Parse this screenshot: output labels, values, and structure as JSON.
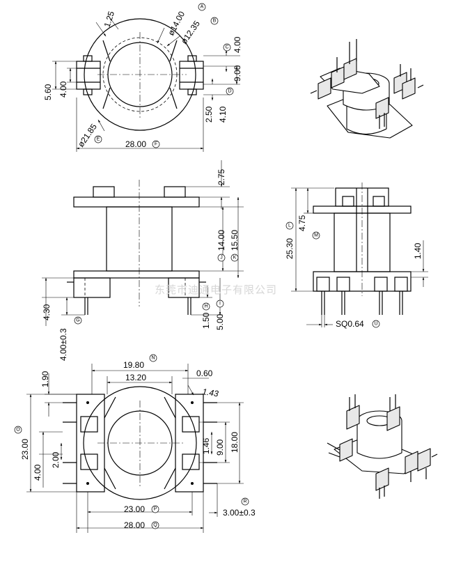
{
  "watermark": "东莞市迪通电子有限公司",
  "top_view": {
    "d_125": "1.25",
    "d_1400": "ø14.00",
    "mark_a": "A",
    "d_1235": "ø12.35",
    "mark_b": "B",
    "mark_c": "C",
    "d_400r": "4.00",
    "d_900": "9.00",
    "mark_d": "D",
    "d_560": "5.60",
    "d_400l": "4.00",
    "d_250": "2.50",
    "d_410": "4.10",
    "d_2185": "ø21.85",
    "mark_e": "E",
    "d_2800": "28.00",
    "mark_f": "F"
  },
  "front_view": {
    "d_275": "2.75",
    "d_1400": "14.00",
    "mark_j": "J",
    "d_1550": "15.50",
    "mark_k": "K",
    "d_430": "4.30",
    "mark_g": "G",
    "d_400": "4.00±0.3",
    "d_150": "1.50",
    "mark_h": "H",
    "d_500": "5.00",
    "mark_i": "I"
  },
  "side_view": {
    "d_2530": "25.30",
    "mark_l": "L",
    "d_475": "4.75",
    "mark_m": "M",
    "d_140": "1.40",
    "d_sq": "SQ0.64",
    "mark_u": "U"
  },
  "bottom_view": {
    "d_190": "1.90",
    "d_1980": "19.80",
    "mark_n": "N",
    "d_1320": "13.20",
    "d_060": "0.60",
    "d_143": "1.43",
    "d_2300l": "23.00",
    "mark_o": "O",
    "d_400": "4.00",
    "d_200": "2.00",
    "d_146": "1.46",
    "d_900": "9.00",
    "d_1800": "18.00",
    "d_2300b": "23.00",
    "mark_p": "P",
    "d_2800": "28.00",
    "mark_q": "Q",
    "d_300": "3.00±0.3",
    "mark_r": "R"
  }
}
